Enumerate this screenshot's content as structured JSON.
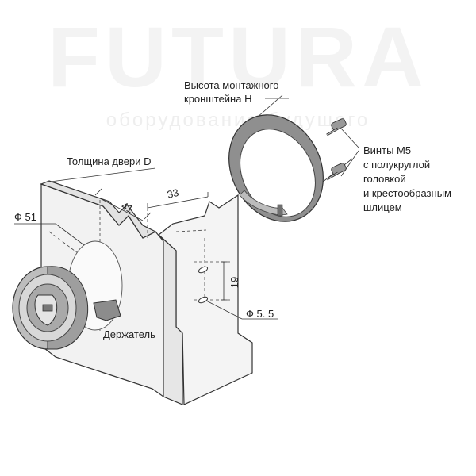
{
  "watermark": {
    "brand": "FUTURA",
    "tagline": "оборудование будущего"
  },
  "labels": {
    "bracket_height": [
      "Высота монтажного",
      "кронштейна H"
    ],
    "door_thickness": "Толщина двери D",
    "screws": [
      "Винты М5",
      "с полукруглой",
      "головкой",
      "и крестообразным",
      "шлицем"
    ],
    "holder": "Держатель"
  },
  "dimensions": {
    "dia_51": "Ф 51",
    "dim_41": "41",
    "dim_33": "33",
    "dim_19": "19",
    "dia_5_5": "Ф 5. 5"
  }
}
